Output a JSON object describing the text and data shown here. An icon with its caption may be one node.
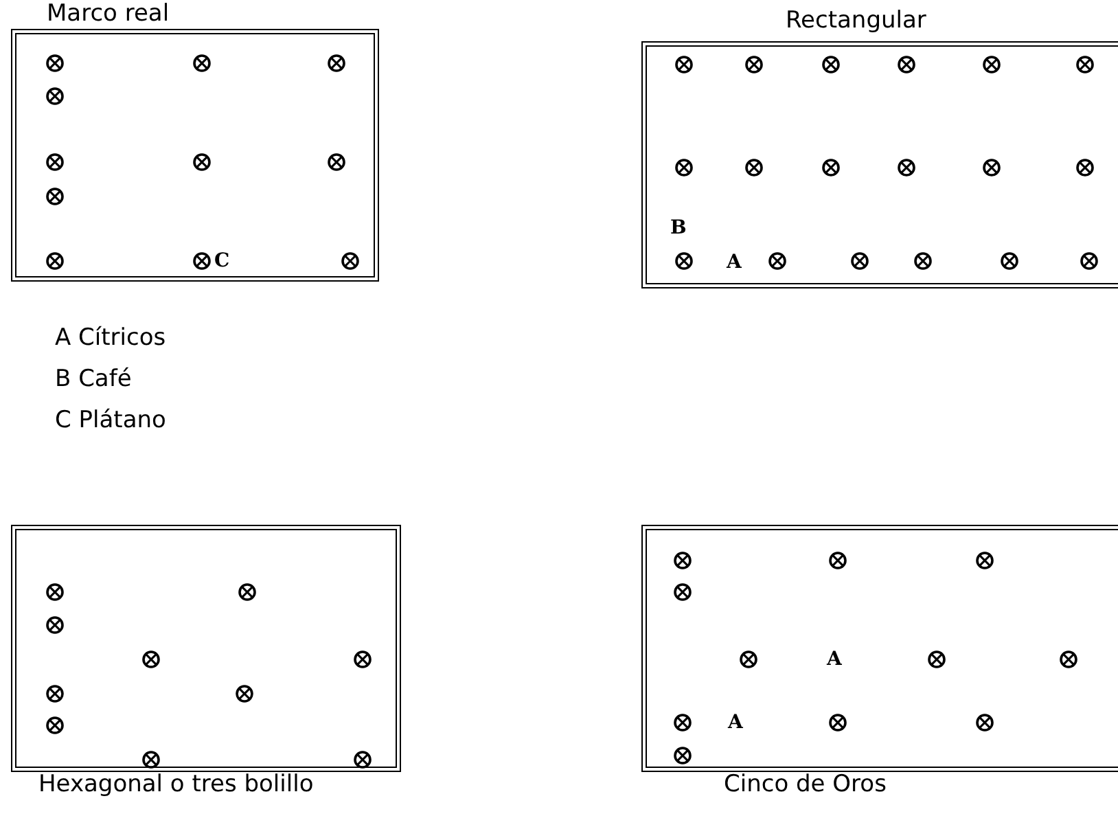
{
  "diagram": {
    "nodes": [
      {
        "text": [
          "Marco real"
        ]
      },
      {
        "text": [
          "Rectangular"
        ]
      },
      {
        "text": [
          "Hexagonal o tres bolillo"
        ]
      },
      {
        "text": [
          "Cinco de Oros"
        ]
      }
    ],
    "labels": [
      "C",
      "B",
      "A",
      "A Cítricos",
      "B Café",
      "C Plátano",
      "A",
      "A"
    ]
  }
}
